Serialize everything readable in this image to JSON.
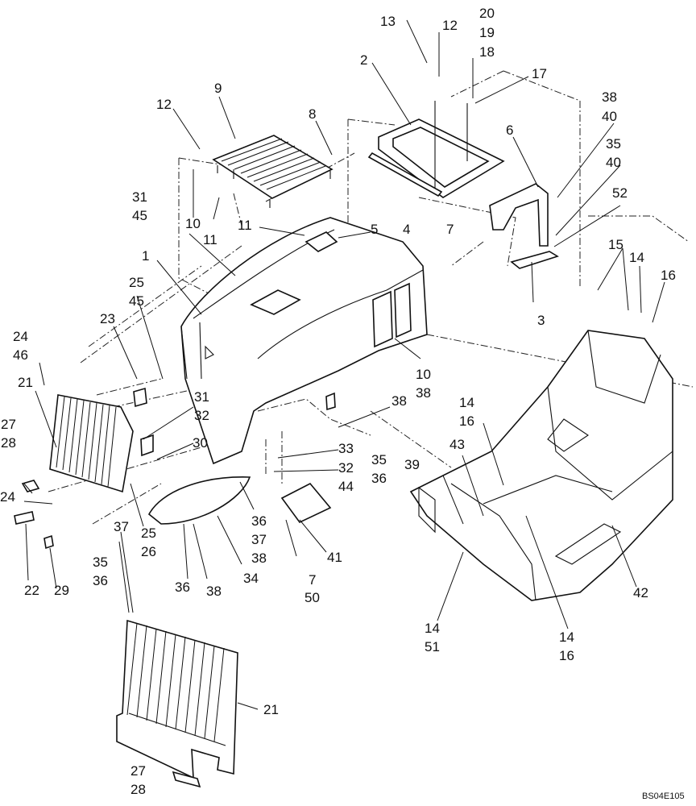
{
  "figure_code": "BS04E105",
  "callouts": [
    {
      "id": "c20",
      "text": "20"
    },
    {
      "id": "c19",
      "text": "19"
    },
    {
      "id": "c18",
      "text": "18"
    },
    {
      "id": "c13",
      "text": "13"
    },
    {
      "id": "c12a",
      "text": "12"
    },
    {
      "id": "c2",
      "text": "2"
    },
    {
      "id": "c17",
      "text": "17"
    },
    {
      "id": "c38a",
      "text": "38"
    },
    {
      "id": "c40a",
      "text": "40"
    },
    {
      "id": "c12b",
      "text": "12"
    },
    {
      "id": "c9",
      "text": "9"
    },
    {
      "id": "c8",
      "text": "8"
    },
    {
      "id": "c6",
      "text": "6"
    },
    {
      "id": "c35a",
      "text": "35"
    },
    {
      "id": "c40b",
      "text": "40"
    },
    {
      "id": "c52",
      "text": "52"
    },
    {
      "id": "c31a",
      "text": "31"
    },
    {
      "id": "c45a",
      "text": "45"
    },
    {
      "id": "c10a",
      "text": "10"
    },
    {
      "id": "c11a",
      "text": "11"
    },
    {
      "id": "c11b",
      "text": "11"
    },
    {
      "id": "c5",
      "text": "5"
    },
    {
      "id": "c4",
      "text": "4"
    },
    {
      "id": "c7a",
      "text": "7"
    },
    {
      "id": "c15",
      "text": "15"
    },
    {
      "id": "c14a",
      "text": "14"
    },
    {
      "id": "c16a",
      "text": "16"
    },
    {
      "id": "c1",
      "text": "1"
    },
    {
      "id": "c25a",
      "text": "25"
    },
    {
      "id": "c45b",
      "text": "45"
    },
    {
      "id": "c3",
      "text": "3"
    },
    {
      "id": "c23",
      "text": "23"
    },
    {
      "id": "c24a",
      "text": "24"
    },
    {
      "id": "c46",
      "text": "46"
    },
    {
      "id": "c10b",
      "text": "10"
    },
    {
      "id": "c38b",
      "text": "38"
    },
    {
      "id": "c21a",
      "text": "21"
    },
    {
      "id": "c31b",
      "text": "31"
    },
    {
      "id": "c32a",
      "text": "32"
    },
    {
      "id": "c38c",
      "text": "38"
    },
    {
      "id": "c14b",
      "text": "14"
    },
    {
      "id": "c16b",
      "text": "16"
    },
    {
      "id": "c30",
      "text": "30"
    },
    {
      "id": "c27a",
      "text": "27"
    },
    {
      "id": "c28a",
      "text": "28"
    },
    {
      "id": "c33",
      "text": "33"
    },
    {
      "id": "c35b",
      "text": "35"
    },
    {
      "id": "c36a",
      "text": "36"
    },
    {
      "id": "c43",
      "text": "43"
    },
    {
      "id": "c39",
      "text": "39"
    },
    {
      "id": "c32b",
      "text": "32"
    },
    {
      "id": "c44",
      "text": "44"
    },
    {
      "id": "c24b",
      "text": "24"
    },
    {
      "id": "c25b",
      "text": "25"
    },
    {
      "id": "c26",
      "text": "26"
    },
    {
      "id": "c37a",
      "text": "37"
    },
    {
      "id": "c36b",
      "text": "36"
    },
    {
      "id": "c37b",
      "text": "37"
    },
    {
      "id": "c38d",
      "text": "38"
    },
    {
      "id": "c41",
      "text": "41"
    },
    {
      "id": "c22",
      "text": "22"
    },
    {
      "id": "c29",
      "text": "29"
    },
    {
      "id": "c35c",
      "text": "35"
    },
    {
      "id": "c36c",
      "text": "36"
    },
    {
      "id": "c36d",
      "text": "36"
    },
    {
      "id": "c38e",
      "text": "38"
    },
    {
      "id": "c34",
      "text": "34"
    },
    {
      "id": "c7b",
      "text": "7"
    },
    {
      "id": "c50",
      "text": "50"
    },
    {
      "id": "c42",
      "text": "42"
    },
    {
      "id": "c14c",
      "text": "14"
    },
    {
      "id": "c51",
      "text": "51"
    },
    {
      "id": "c14d",
      "text": "14"
    },
    {
      "id": "c16c",
      "text": "16"
    },
    {
      "id": "c21b",
      "text": "21"
    },
    {
      "id": "c27b",
      "text": "27"
    },
    {
      "id": "c28b",
      "text": "28"
    }
  ]
}
